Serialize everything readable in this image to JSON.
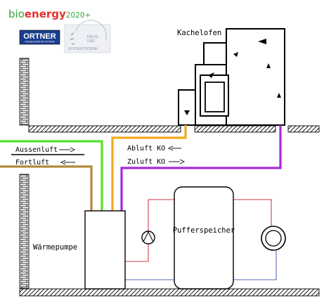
{
  "brand": {
    "bio": "bio",
    "energy": "energy",
    "year": "2020+",
    "colors": {
      "bio": "#3aa43a",
      "energy": "#e4312b",
      "year": "#3aa43a"
    }
  },
  "logos": {
    "ortner_title": "ORTNER",
    "ortner_sub": "KACHELOFEN MIT SYSTEM",
    "kaelte_top": "KÄLTE-",
    "kaelte_mid": "UND",
    "kaelte_bottom": "SYSTEMTECHNIK"
  },
  "labels": {
    "kachelofen": "Kachelofen",
    "aussenluft": "Aussenluft",
    "fortluft": "Fortluft",
    "abluft": "Abluft KO",
    "zuluft": "Zuluft KO",
    "waermepumpe": "Wärmepumpe",
    "pufferspeicher": "Pufferspeicher"
  },
  "colors": {
    "aussenluft": "#55e32a",
    "fortluft": "#b08a3c",
    "abluft": "#f2a91a",
    "zuluft": "#a52cd6",
    "heating_supply": "#d1384a",
    "heating_return": "#5868b8",
    "outline": "#000000",
    "ortner_bg": "#1a3e8c"
  }
}
